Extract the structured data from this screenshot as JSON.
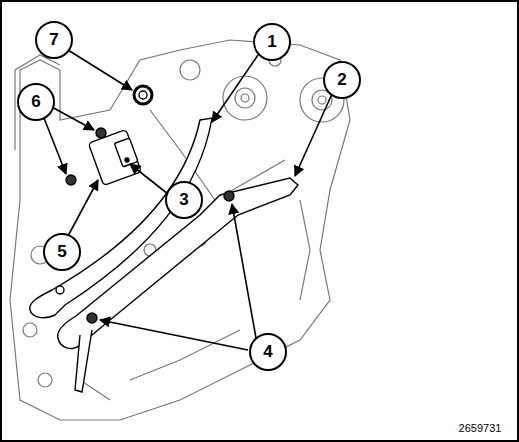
{
  "diagram": {
    "labels": [
      "1",
      "2",
      "3",
      "4",
      "5",
      "6",
      "7",
      "2659731"
    ]
  }
}
